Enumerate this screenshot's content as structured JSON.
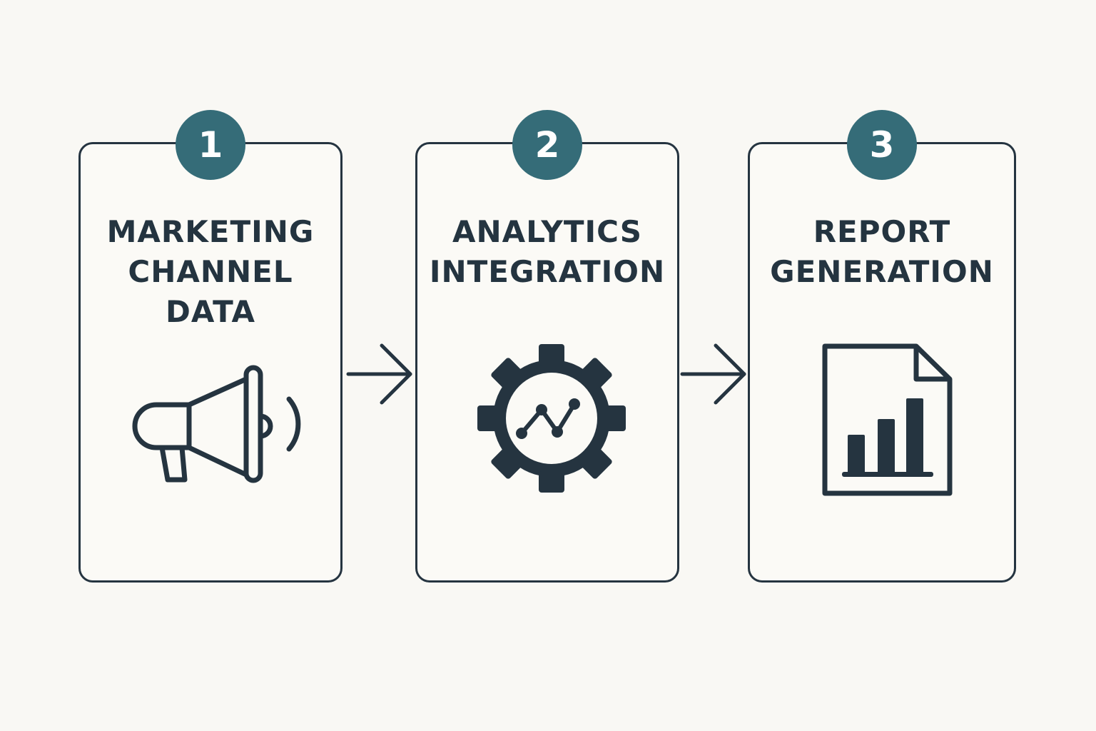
{
  "steps": [
    {
      "number": "1",
      "title_lines": [
        "MARKETING",
        "CHANNEL",
        "DATA"
      ],
      "icon": "megaphone-icon"
    },
    {
      "number": "2",
      "title_lines": [
        "ANALYTICS",
        "INTEGRATION"
      ],
      "icon": "gear-trend-icon"
    },
    {
      "number": "3",
      "title_lines": [
        "REPORT",
        "GENERATION"
      ],
      "icon": "report-chart-icon"
    }
  ],
  "connectors": [
    "arrow-right-icon",
    "arrow-right-icon"
  ],
  "colors": {
    "background": "#f9f8f4",
    "outline": "#253440",
    "badge": "#356c78",
    "badge_text": "#ffffff"
  }
}
